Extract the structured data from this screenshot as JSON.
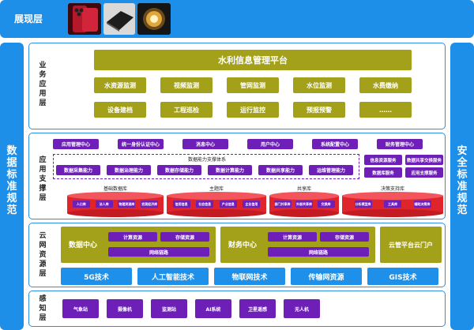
{
  "presentation": {
    "label": "展现层"
  },
  "left_side": {
    "label": "数据标准规范"
  },
  "right_side": {
    "label": "安全标准规范"
  },
  "business_layer": {
    "label": "业务应用层",
    "platform": "水利信息管理平台",
    "row1": [
      "水资源监测",
      "视频监测",
      "管网监测",
      "水位监测",
      "水费缴纳"
    ],
    "row2": [
      "设备建档",
      "工程巡检",
      "运行监控",
      "预报预警",
      "……"
    ]
  },
  "support_layer": {
    "label": "应用支撑层",
    "top_row": [
      "应用管理中心",
      "统一身份认证中心",
      "消息中心",
      "用户中心",
      "系统配置中心",
      "财务管理中心"
    ],
    "capability_title": "数据能力支撑体系",
    "capabilities": [
      "数据采集能力",
      "数据治理能力",
      "数据存储能力",
      "数据计算能力",
      "数据共享能力",
      "运维管理能力"
    ],
    "right_services": [
      "信息资源服务",
      "数据共享交换服务",
      "数据库服务",
      "应用支撑服务"
    ],
    "databases": [
      {
        "title": "基础数据库",
        "items": [
          "人口库",
          "法人库",
          "物理资源库",
          "宏观经济库"
        ]
      },
      {
        "title": "主题库",
        "items": [
          "信用信息",
          "社会信息",
          "产业信息",
          "企业信用"
        ]
      },
      {
        "title": "共享库",
        "items": [
          "部门共享库",
          "外部共享库",
          "交换库"
        ]
      },
      {
        "title": "决策支持库",
        "items": [
          "分析模型库",
          "工具库",
          "辅助决策库"
        ]
      }
    ]
  },
  "cloud_layer": {
    "label": "云网资源层",
    "data_center": {
      "title": "数据中心",
      "items": [
        "计算资源",
        "存储资源",
        "网络链路"
      ]
    },
    "finance_center": {
      "title": "财务中心",
      "items": [
        "计算资源",
        "存储资源",
        "网络链路"
      ]
    },
    "cloud_portal": "云管平台云门户",
    "tech": [
      "5G技术",
      "人工智能技术",
      "物联网技术",
      "传输网资源",
      "GIS技术"
    ]
  },
  "sensing_layer": {
    "label": "感知层",
    "items": [
      "气象站",
      "摄像机",
      "监测站",
      "AI系统",
      "卫星遥感",
      "无人机"
    ]
  }
}
